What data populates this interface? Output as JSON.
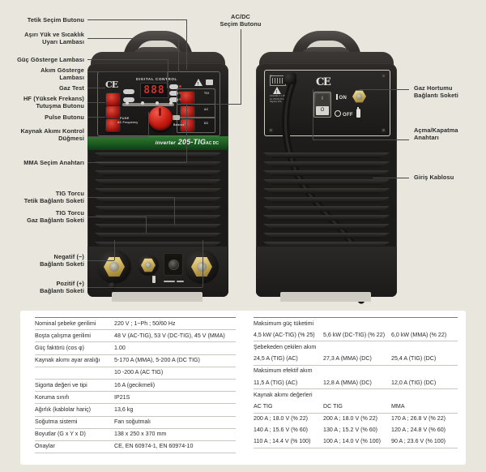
{
  "page": {
    "background_color": "#e9e7dd",
    "card_color": "#ffffff"
  },
  "product": {
    "brand_prefix": "inverter",
    "model": "205-TIG",
    "model_suffix": "AC DC",
    "panel_title": "DIGITAL CONTROL",
    "display_value": "888",
    "ce_mark": "CE",
    "rear_ce_mark": "CE",
    "rear_on_label": "ON",
    "rear_off_label": "OFF",
    "rear_rating_plate": "220/230 V\n1 Ph 50/60 Hz\nIP21S\nPrime Sigorta 16A",
    "panel_micro_labels": {
      "fuse": "FUSE",
      "ac_frequency": "AC Frequency",
      "balance": "Balance",
      "dc_label": "DC",
      "ac_label": "AC",
      "mma_label": "MMA",
      "tig_label": "TIG"
    }
  },
  "callouts": {
    "left": [
      {
        "id": "trigger-select-button",
        "text": "Tetik Seçim Butonu"
      },
      {
        "id": "overload-temp-warning-lamp",
        "text": "Aşırı Yük ve Sıcaklık\nUyarı Lambası"
      },
      {
        "id": "power-indicator-lamp",
        "text": "Güç Gösterge Lambası"
      },
      {
        "id": "current-indicator-lamp",
        "text": "Akım Gösterge\nLambası"
      },
      {
        "id": "gas-test",
        "text": "Gaz Test"
      },
      {
        "id": "hf-ignition-button",
        "text": "HF (Yüksek Frekans)\nTutuşma Butonu"
      },
      {
        "id": "pulse-button",
        "text": "Pulse Butonu"
      },
      {
        "id": "welding-current-knob",
        "text": "Kaynak Akımı Kontrol\nDüğmesi"
      },
      {
        "id": "mma-select-switch",
        "text": "MMA Seçim Anahtarı"
      },
      {
        "id": "tig-torch-trigger-socket",
        "text": "TIG Torcu\nTetik Bağlantı Soketi"
      },
      {
        "id": "tig-torch-gas-socket",
        "text": "TIG Torcu\nGaz Bağlantı Soketi"
      },
      {
        "id": "negative-socket",
        "text": "Negatif (−)\nBağlantı Soketi"
      },
      {
        "id": "positive-socket",
        "text": "Pozitif (+)\nBağlantı Soketi"
      }
    ],
    "top": [
      {
        "id": "ac-dc-select-button",
        "text": "AC/DC\nSeçim Butonu"
      }
    ],
    "right": [
      {
        "id": "gas-hose-socket",
        "text": "Gaz Hortumu\nBağlantı Soketi"
      },
      {
        "id": "power-switch",
        "text": "Açma/Kapatma\nAnahtarı"
      },
      {
        "id": "input-cable",
        "text": "Giriş Kablosu"
      }
    ]
  },
  "spec_table": {
    "left_rows": [
      {
        "key": "Nominal şebeke gerilimi",
        "value": "220 V ; 1~Ph ; 50/60 Hz"
      },
      {
        "key": "Boşta çalışma gerilimi",
        "value": "48 V (AC-TIG), 53 V (DC-TIG), 45 V (MMA)"
      },
      {
        "key": "Güç faktörü (cos φ)",
        "value": "1.00"
      },
      {
        "key": "Kaynak akımı ayar aralığı",
        "value": "5-170 A (MMA), 5-200 A (DC TIG)"
      },
      {
        "key": "",
        "value": "10 -200 A (AC TIG)"
      },
      {
        "key": "Sigorta değeri ve tipi",
        "value": "16 A (gecikmeli)"
      },
      {
        "key": "Koruma sınıfı",
        "value": "IP21S"
      },
      {
        "key": "Ağırlık (kablolar hariç)",
        "value": "13,6 kg"
      },
      {
        "key": "Soğutma sistemi",
        "value": "Fan soğutmalı"
      },
      {
        "key": "Boyutlar (G x Y x D)",
        "value": "138 x 250 x 370 mm"
      },
      {
        "key": "Onaylar",
        "value": "CE, EN 60974-1, EN 60974-10"
      }
    ],
    "right_groups": [
      {
        "title": "Maksimum güç tüketimi",
        "rows": [
          [
            "4,5 kW (AC-TIG) (% 25)",
            "5,6 kW (DC-TIG) (% 22)",
            "6,0 kW (MMA) (% 22)"
          ]
        ]
      },
      {
        "title": "Şebekeden çekilen akım",
        "rows": [
          [
            "24,5 A (TIG) (AC)",
            "27,3 A (MMA) (DC)",
            "25,4 A (TIG) (DC)"
          ]
        ]
      },
      {
        "title": "Maksimum efektif akım",
        "rows": [
          [
            "11,5 A (TIG) (AC)",
            "12,8 A (MMA) (DC)",
            "12,0 A (TIG) (DC)"
          ]
        ]
      },
      {
        "title": "Kaynak akımı değerleri",
        "headers": [
          "AC TIG",
          "DC TIG",
          "MMA"
        ],
        "rows": [
          [
            "200 A ; 18.0 V (% 22)",
            "200 A ; 18.0 V (% 22)",
            "170 A ; 26.8 V (% 22)"
          ],
          [
            "140 A ; 15.6 V (% 60)",
            "130 A ; 15.2 V (% 60)",
            "120 A ; 24.8 V (% 60)"
          ],
          [
            "110 A ; 14.4 V (% 100)",
            "100 A ; 14.0 V (% 100)",
            "90 A ; 23.6 V (% 100)"
          ]
        ]
      }
    ]
  }
}
